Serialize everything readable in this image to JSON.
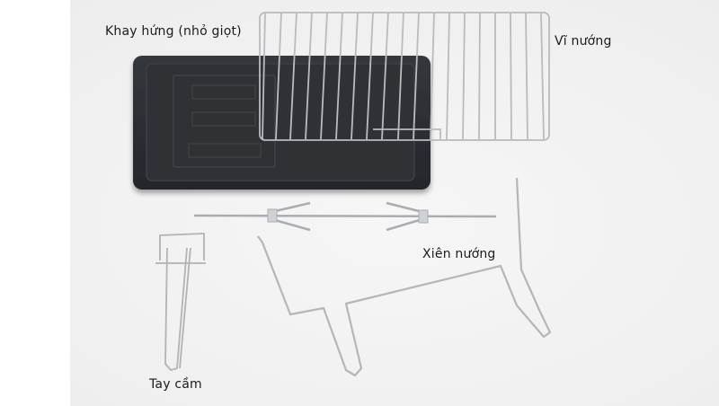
{
  "image": {
    "description": "Oven accessories product photo with Vietnamese labels",
    "background_color": "#f2f2f2"
  },
  "labels": {
    "drip_tray": "Khay hứng (nhỏ giọt)",
    "grill_rack": "Vĩ nướng",
    "rotisserie_spit": "Xiên nướng",
    "handle": "Tay cầm"
  },
  "colors": {
    "tray": "#2a2d31",
    "tray_edge": "#3b3f44",
    "wire": "#b9bcc0",
    "wire_highlight": "#e6e8ea",
    "label_text": "#1b1b1b"
  },
  "objects": [
    {
      "name": "drip-tray",
      "label_ref": "labels.drip_tray"
    },
    {
      "name": "grill-rack",
      "label_ref": "labels.grill_rack"
    },
    {
      "name": "rotisserie-spit",
      "label_ref": "labels.rotisserie_spit"
    },
    {
      "name": "rotisserie-stand",
      "label_ref": "labels.rotisserie_spit"
    },
    {
      "name": "tray-handle",
      "label_ref": "labels.handle"
    }
  ]
}
